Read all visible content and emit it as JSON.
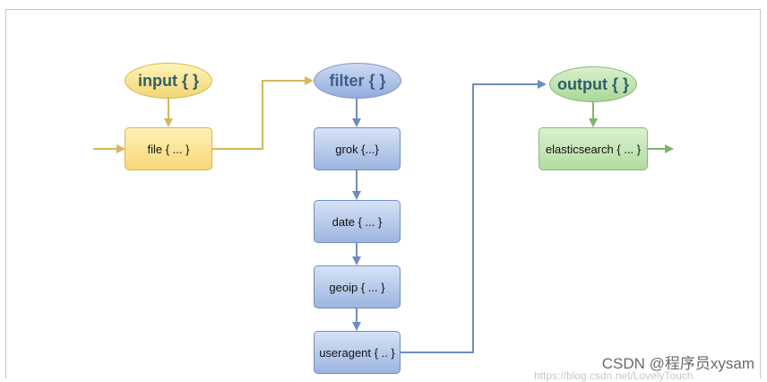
{
  "nodes": {
    "input_header": "input { }",
    "filter_header": "filter { }",
    "output_header": "output { }",
    "file_plugin": "file { ... }",
    "grok_plugin": "grok {...}",
    "date_plugin": "date { ... }",
    "geoip_plugin": "geoip { ... }",
    "useragent_plugin": "useragent { .. }",
    "elasticsearch_plugin": "elasticsearch { ... }"
  },
  "colors": {
    "input": "#d4b85a",
    "filter": "#6f8cc2",
    "output": "#82b36a"
  },
  "watermark": {
    "text": "CSDN @程序员xysam",
    "url": "https://blog.csdn.net/LovelyTouch"
  }
}
